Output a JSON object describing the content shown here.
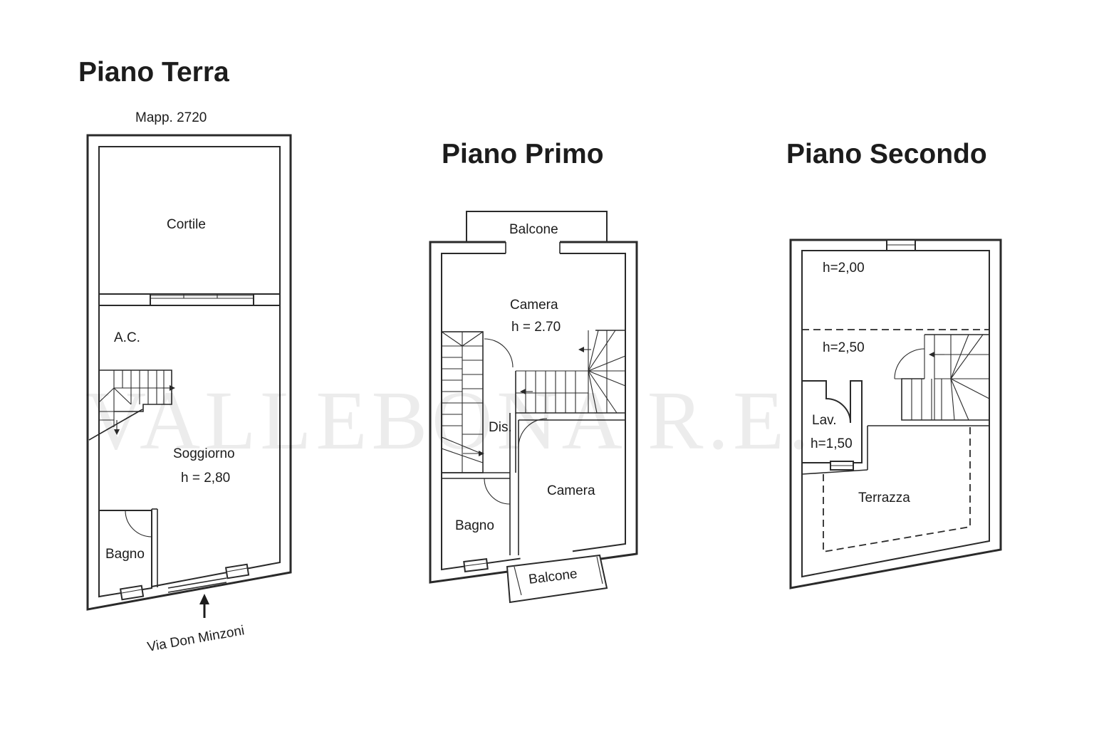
{
  "watermark": "VALLEBONA R.E.",
  "floors": {
    "terra": {
      "title": "Piano Terra",
      "mapp": "Mapp. 2720",
      "rooms": {
        "cortile": "Cortile",
        "ac": "A.C.",
        "soggiorno": "Soggiorno",
        "soggiorno_h": "h = 2,80",
        "bagno": "Bagno"
      },
      "street": "Via Don Minzoni"
    },
    "primo": {
      "title": "Piano Primo",
      "rooms": {
        "balcone_top": "Balcone",
        "camera_top": "Camera",
        "camera_top_h": "h = 2.70",
        "dis": "Dis.",
        "camera_bottom": "Camera",
        "bagno": "Bagno",
        "balcone_bottom": "Balcone"
      }
    },
    "secondo": {
      "title": "Piano Secondo",
      "rooms": {
        "h_top": "h=2,00",
        "h_mid": "h=2,50",
        "lav": "Lav.",
        "lav_h": "h=1,50",
        "terrazza": "Terrazza"
      }
    }
  }
}
